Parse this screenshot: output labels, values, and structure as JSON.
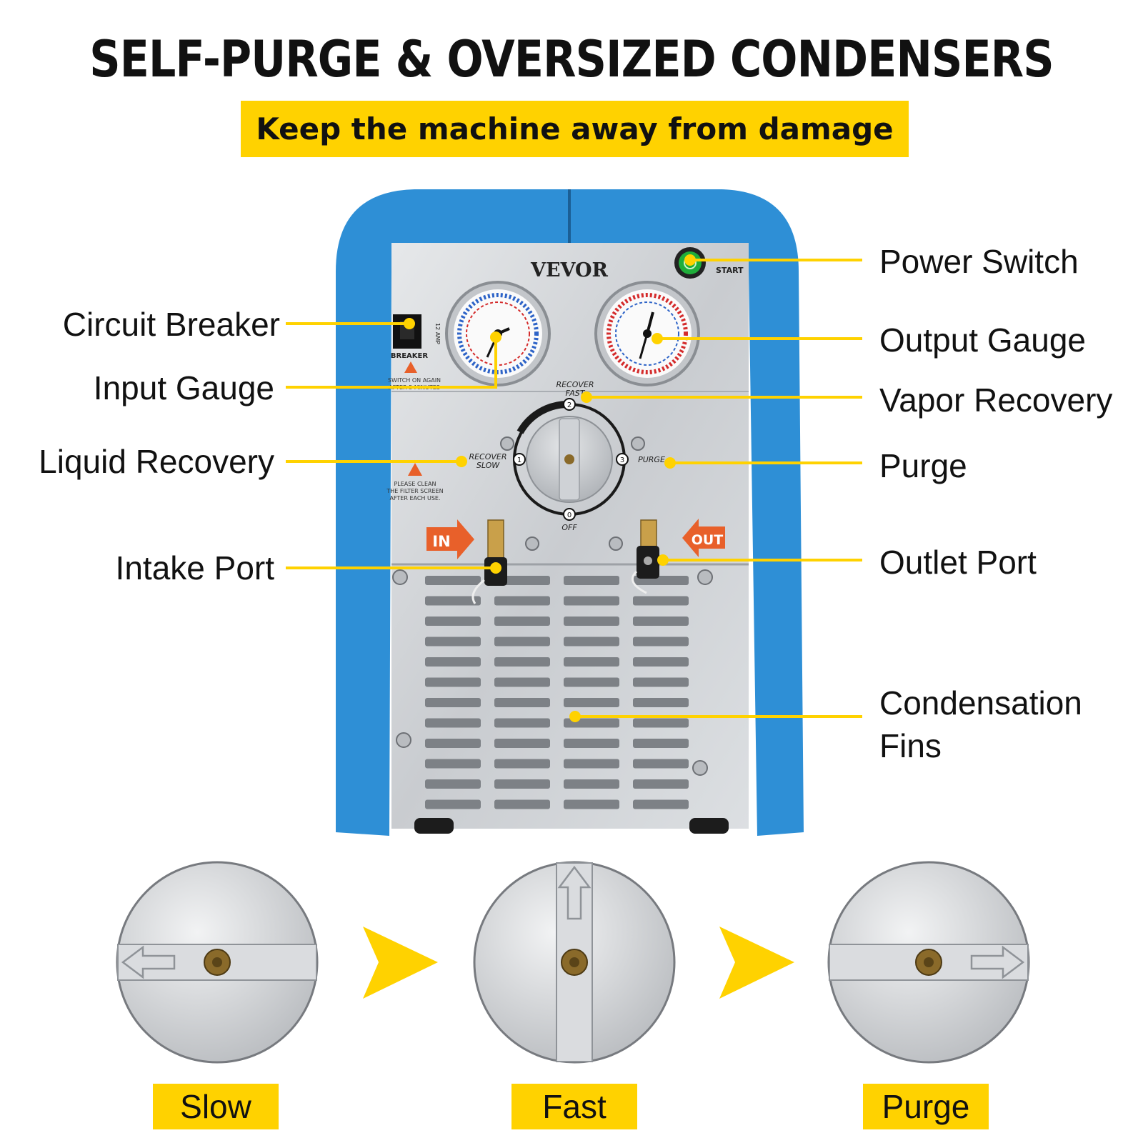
{
  "header": {
    "title": "SELF-PURGE & OVERSIZED CONDENSERS",
    "subtitle": "Keep the machine away from damage"
  },
  "machine": {
    "brand": "VEVOR",
    "start_label": "START",
    "breaker_label": "BREAKER",
    "breaker_rating": "12 AMP",
    "breaker_warning": [
      "SWITCH ON AGAIN",
      "AFTER 5 MINUTES"
    ],
    "filter_warning": [
      "PLEASE CLEAN",
      "THE FILTER SCREEN",
      "AFTER EACH USE."
    ],
    "dial": {
      "fast_label": [
        "RECOVER",
        "FAST"
      ],
      "slow_label": [
        "RECOVER",
        "SLOW"
      ],
      "purge_label": "PURGE",
      "off_label": "OFF",
      "positions": [
        "0",
        "1",
        "2",
        "3"
      ]
    },
    "in_label": "IN",
    "out_label": "OUT"
  },
  "callouts": {
    "left": [
      "Circuit Breaker",
      "Input Gauge",
      "Liquid Recovery",
      "Intake Port"
    ],
    "right": [
      "Power Switch",
      "Output Gauge",
      "Vapor Recovery",
      "Purge",
      "Outlet Port",
      "Condensation",
      "Fins"
    ]
  },
  "modes": [
    {
      "label": "Slow",
      "direction": "left"
    },
    {
      "label": "Fast",
      "direction": "up"
    },
    {
      "label": "Purge",
      "direction": "right"
    }
  ],
  "colors": {
    "accent_yellow": "#ffd200",
    "frame_blue": "#2e8fd6",
    "panel_silver": "#d4d7db",
    "start_green": "#1fae3a",
    "arrow_orange": "#e8602a"
  }
}
